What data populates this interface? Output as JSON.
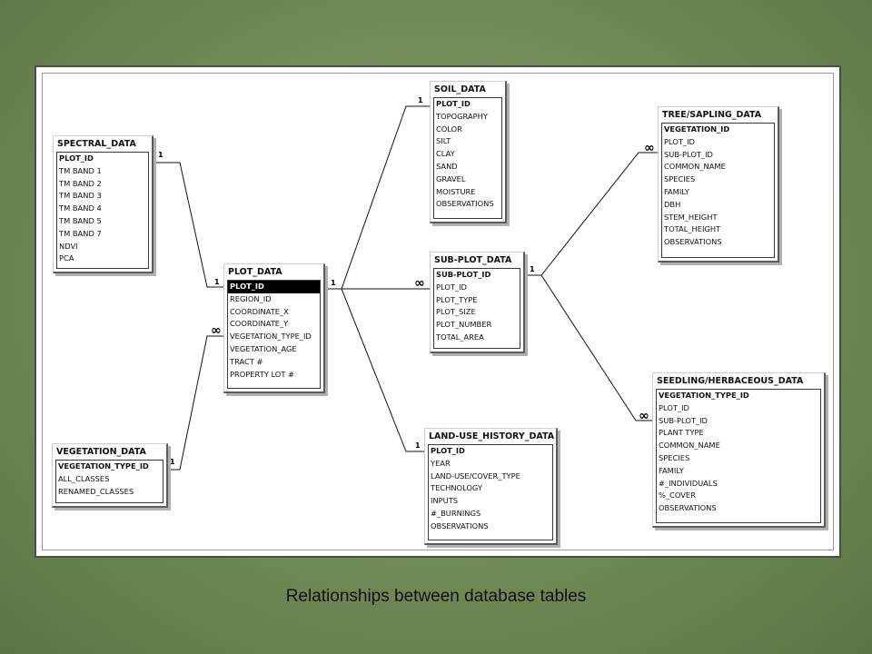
{
  "caption": "Relationships between database tables",
  "tables": {
    "spectral": {
      "title": "SPECTRAL_DATA",
      "fields": [
        "PLOT_ID",
        "TM BAND 1",
        "TM BAND 2",
        "TM BAND 3",
        "TM BAND 4",
        "TM BAND 5",
        "TM BAND 7",
        "NDVI",
        "PCA"
      ]
    },
    "plot": {
      "title": "PLOT_DATA",
      "fields": [
        "PLOT_ID",
        "REGION_ID",
        "COORDINATE_X",
        "COORDINATE_Y",
        "VEGETATION_TYPE_ID",
        "VEGETATION_AGE",
        "TRACT #",
        "PROPERTY LOT #"
      ]
    },
    "vegetation": {
      "title": "VEGETATION_DATA",
      "fields": [
        "VEGETATION_TYPE_ID",
        "ALL_CLASSES",
        "RENAMED_CLASSES"
      ]
    },
    "soil": {
      "title": "SOIL_DATA",
      "fields": [
        "PLOT_ID",
        "TOPOGRAPHY",
        "COLOR",
        "SILT",
        "CLAY",
        "SAND",
        "GRAVEL",
        "MOISTURE",
        "OBSERVATIONS"
      ]
    },
    "subplot": {
      "title": "SUB-PLOT_DATA",
      "fields": [
        "SUB-PLOT_ID",
        "PLOT_ID",
        "PLOT_TYPE",
        "PLOT_SIZE",
        "PLOT_NUMBER",
        "TOTAL_AREA"
      ]
    },
    "landuse": {
      "title": "LAND-USE_HISTORY_DATA",
      "fields": [
        "PLOT_ID",
        "YEAR",
        "LAND-USE/COVER_TYPE",
        "TECHNOLOGY",
        "INPUTS",
        "#_BURNINGS",
        "OBSERVATIONS"
      ]
    },
    "tree": {
      "title": "TREE/SAPLING_DATA",
      "fields": [
        "VEGETATION_ID",
        "PLOT_ID",
        "SUB-PLOT_ID",
        "COMMON_NAME",
        "SPECIES",
        "FAMILY",
        "DBH",
        "STEM_HEIGHT",
        "TOTAL_HEIGHT",
        "OBSERVATIONS"
      ]
    },
    "seedling": {
      "title": "SEEDLING/HERBACEOUS_DATA",
      "fields": [
        "VEGETATION_TYPE_ID",
        "PLOT_ID",
        "SUB-PLOT_ID",
        "PLANT TYPE",
        "COMMON_NAME",
        "SPECIES",
        "FAMILY",
        "#_INDIVIDUALS",
        "%_COVER",
        "OBSERVATIONS"
      ]
    }
  },
  "cardinality": {
    "one": "1",
    "many": "∞"
  }
}
